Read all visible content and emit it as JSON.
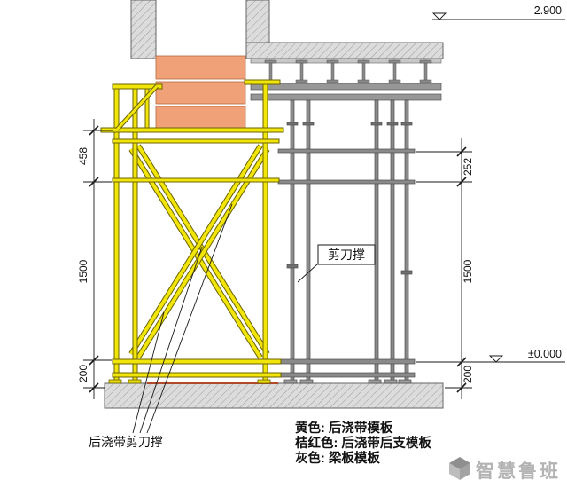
{
  "drawing": {
    "elevation_top": "2.900",
    "elevation_zero": "±0.000",
    "dims_left": [
      "458",
      "1500",
      "200"
    ],
    "dims_right": [
      "252",
      "1500",
      "200"
    ],
    "callouts": {
      "scissor_brace": "剪刀撑",
      "postcast_scissor_brace": "后浇带剪刀撑"
    },
    "legend": {
      "yellow": "黄色: 后浇带模板",
      "orange": "桔红色: 后浇带后支模板",
      "gray": "灰色: 梁板模板"
    },
    "watermark": "智慧鲁班",
    "colors": {
      "postcast_formwork_yellow": "#f2e50a",
      "postcast_support_orange": "#f0a178",
      "slab_formwork_gray": "#8a8a8a",
      "concrete_gray": "#dcdcdc"
    }
  }
}
